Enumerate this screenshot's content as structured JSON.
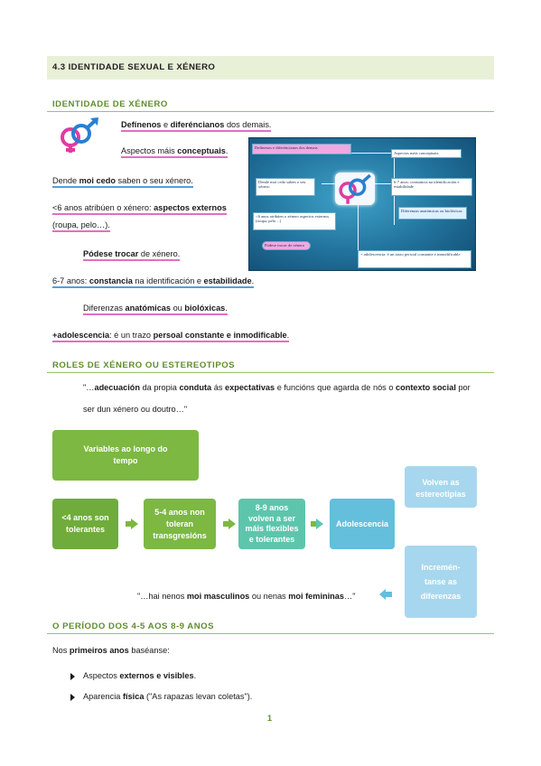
{
  "header": {
    "title": "4.3 IDENTIDADE SEXUAL E XÉNERO"
  },
  "section1": {
    "title": "IDENTIDADE DE XÉNERO",
    "l1_a": "Defínenos",
    "l1_b": " e ",
    "l1_c": "diferéncianos",
    "l1_d": " dos demais.",
    "l2_a": "Aspectos máis ",
    "l2_b": "conceptuais",
    "l3_a": "Dende ",
    "l3_b": "moi cedo",
    "l3_c": " saben o seu xénero.",
    "l4_a": "<6 anos atribúen o xénero: ",
    "l4_b": "aspectos externos",
    "l4_c": "(roupa, pelo…).",
    "l5_a": "Pódese trocar",
    "l5_b": " de xénero.",
    "l6_a": "6-7 anos: ",
    "l6_b": "constancia",
    "l6_c": " na identificación e ",
    "l6_d": "estabilidade",
    "l7_a": "Diferenzas ",
    "l7_b": "anatómicas",
    "l7_c": " ou ",
    "l7_d": "biolóxicas",
    "l8_a": "+adolescencia",
    "l8_b": ": é un trazo ",
    "l8_c": "persoal constante e inmodificable",
    "diagram": {
      "b1": "Defínenos e diferéncianos dos demais",
      "b2": "Aspectos máis conceptuais",
      "b3": "Dende moi cedo saben o seu xénero",
      "b4": "6-7 anos: constancia na identificación e estabilidade",
      "b5": "Diferenzas anatómicas ou biolóxicas",
      "b6": "<6 anos atribúen o xénero aspectos externos (roupa, pelo…)",
      "b7": "Pódese trocar de xénero",
      "b8": "+ adolescencia: é un trazo persoal constante e inmodificable"
    }
  },
  "section2": {
    "title": "ROLES DE XÉNERO OU ESTEREOTIPOS",
    "q_a": "\"…",
    "q_b": "adecuación",
    "q_c": " da propia ",
    "q_d": "conduta",
    "q_e": " ás ",
    "q_f": "expectativas",
    "q_g": " e funcións que agarda de nós o ",
    "q_h": "contexto social",
    "q_i": " por",
    "q2": "ser dun xénero ou doutro…\"",
    "flow": {
      "variables": "Variables ao longo do tempo",
      "step1": "<4 anos son tolerantes",
      "step2": "5-4 anos non toleran transgresións",
      "step3": "8-9 anos volven a ser máis flexibles e tolerantes",
      "step4": "Adolescencia",
      "side1": "Volven as estereotipias",
      "side2": "Incremén-tanse as diferenzas"
    },
    "q3_a": "\"…hai nenos ",
    "q3_b": "moi masculinos",
    "q3_c": " ou nenas ",
    "q3_d": "moi femininas",
    "q3_e": "…\""
  },
  "section3": {
    "title": "O PERÍODO DOS 4-5 AOS 8-9 ANOS",
    "intro_a": "Nos ",
    "intro_b": "primeiros anos",
    "intro_c": " baséanse:",
    "b1_a": "Aspectos ",
    "b1_b": "externos e visibles",
    "b1_c": ".",
    "b2_a": "Aparencia ",
    "b2_b": "física",
    "b2_c": " (\"As rapazas levan coletas\")."
  },
  "page": {
    "number": "1"
  },
  "colors": {
    "accent_green": "#5f8d2e",
    "pink": "#e070c0",
    "blue": "#4fa0e0"
  }
}
